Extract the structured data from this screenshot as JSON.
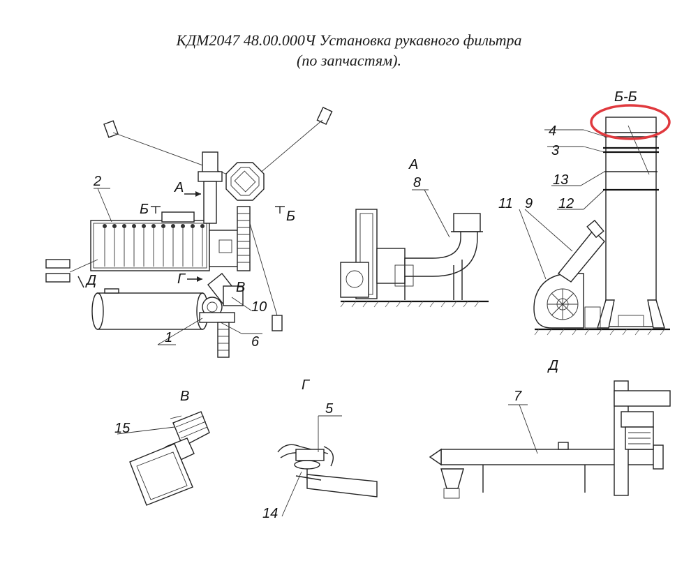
{
  "title": {
    "line1": "КДМ2047 48.00.000Ч Установка рукавного фильтра",
    "line2": "(по запчастям)."
  },
  "views": {
    "a": "А",
    "bb": "Б-Б",
    "b_left": "Б",
    "b_right": "Б",
    "a_arrow": "А",
    "g_arrow": "Г",
    "v_arrow": "В",
    "d_arrow": "Д",
    "v": "В",
    "g": "Г",
    "d": "Д"
  },
  "callouts": {
    "p1": "1",
    "p2": "2",
    "p3": "3",
    "p4": "4",
    "p5": "5",
    "p6": "6",
    "p7": "7",
    "p8": "8",
    "p9": "9",
    "p10": "10",
    "p11": "11",
    "p12": "12",
    "p13": "13",
    "p14": "14",
    "p15": "15"
  },
  "colors": {
    "highlight": "#e0393e",
    "ink": "#222222"
  }
}
